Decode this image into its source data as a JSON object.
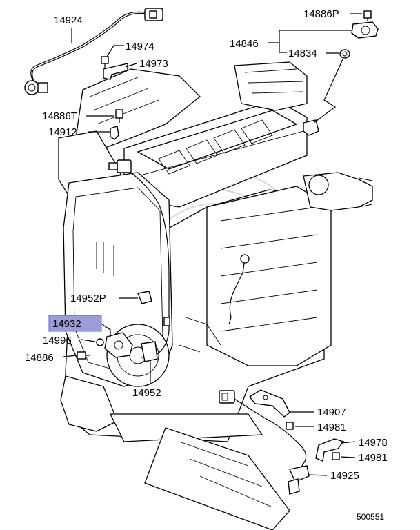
{
  "diagram": {
    "callouts": [
      {
        "id": "14924",
        "label": "14924"
      },
      {
        "id": "14974",
        "label": "14974"
      },
      {
        "id": "14973",
        "label": "14973"
      },
      {
        "id": "14886T",
        "label": "14886T"
      },
      {
        "id": "14912",
        "label": "14912"
      },
      {
        "id": "14886P",
        "label": "14886P"
      },
      {
        "id": "14846",
        "label": "14846"
      },
      {
        "id": "14834",
        "label": "14834"
      },
      {
        "id": "14952P",
        "label": "14952P"
      },
      {
        "id": "14932",
        "label": "14932"
      },
      {
        "id": "14996",
        "label": "14996"
      },
      {
        "id": "14886",
        "label": "14886"
      },
      {
        "id": "14952",
        "label": "14952"
      },
      {
        "id": "14907",
        "label": "14907"
      },
      {
        "id": "14981a",
        "label": "14981"
      },
      {
        "id": "14978",
        "label": "14978"
      },
      {
        "id": "14981b",
        "label": "14981"
      },
      {
        "id": "14925",
        "label": "14925"
      }
    ],
    "highlighted_part": "14932",
    "highlight_color": "#9c9cd8",
    "figure_code": "500551"
  }
}
